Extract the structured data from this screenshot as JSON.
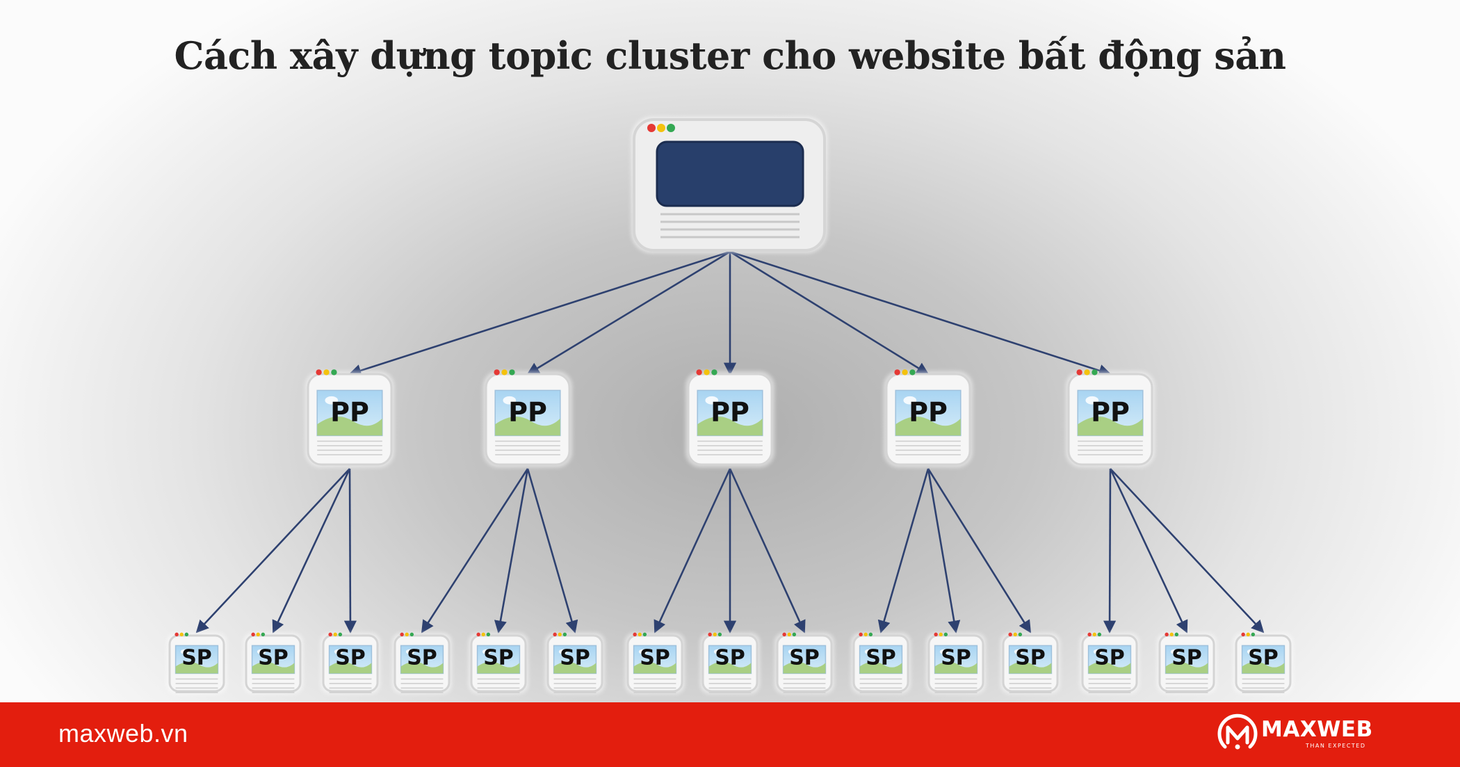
{
  "title": "Cách xây dựng topic cluster cho website bất động sản",
  "diagram": {
    "pillar_label": "PP",
    "subpage_label": "SP",
    "pillar_count": 5,
    "subpages_per_pillar": 3
  },
  "footer": {
    "website": "maxweb.vn",
    "brand_name": "MAXWEB",
    "brand_tagline": "THAN EXPECTED"
  },
  "colors": {
    "arrow": "#2e4170",
    "hero_screen": "#283f6b",
    "footer_red": "#e31e0e",
    "dot_red": "#e53935",
    "dot_yellow": "#f4c20d",
    "dot_green": "#34a853"
  },
  "icons": {
    "root": "browser-window-icon",
    "pillar": "pillar-page-icon",
    "subpage": "sub-page-icon",
    "brand": "maxweb-logo-icon"
  }
}
